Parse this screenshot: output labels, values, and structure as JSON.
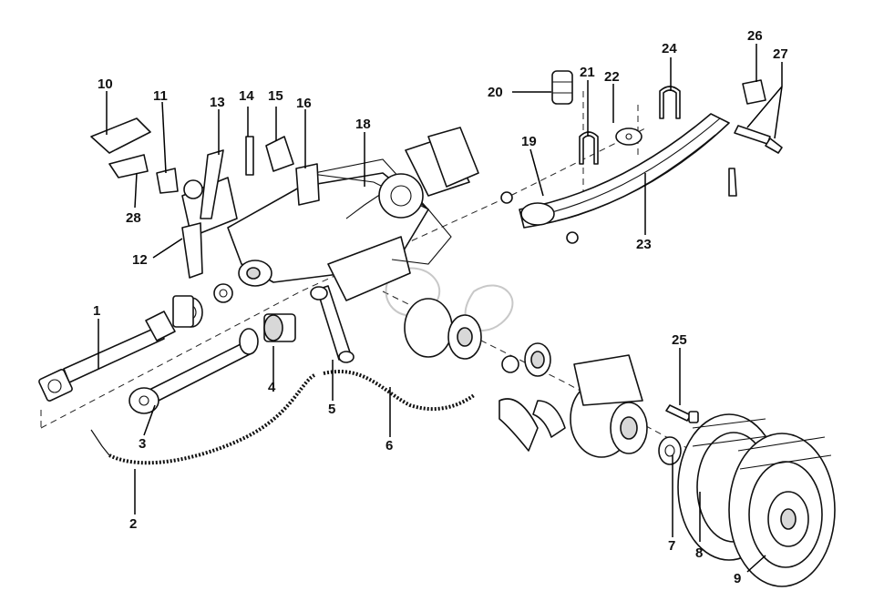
{
  "diagram": {
    "callouts": [
      "1",
      "2",
      "3",
      "4",
      "5",
      "6",
      "7",
      "8",
      "9",
      "10",
      "11",
      "12",
      "13",
      "14",
      "15",
      "16",
      "18",
      "19",
      "20",
      "21",
      "22",
      "23",
      "24",
      "25",
      "26",
      "27",
      "28"
    ],
    "colors": {
      "line": "#111111",
      "background": "#ffffff",
      "watermark": "#9a9a9a"
    }
  }
}
